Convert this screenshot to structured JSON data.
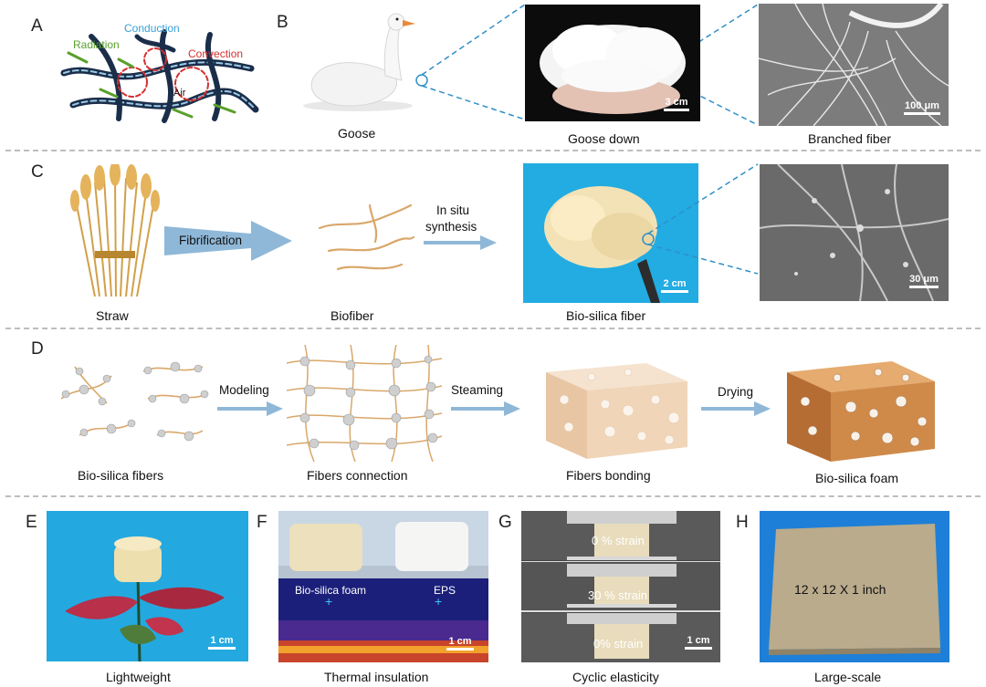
{
  "panels": {
    "a": {
      "letter": "A",
      "labels": {
        "conduction": "Conduction",
        "radiation": "Radiation",
        "convection": "Convection",
        "air": "Air"
      }
    },
    "b": {
      "letter": "B",
      "captions": {
        "goose": "Goose",
        "goose_down": "Goose down",
        "branched_fiber": "Branched fiber"
      },
      "scale_down": "3 cm",
      "scale_sem": "100 μm"
    },
    "c": {
      "letter": "C",
      "captions": {
        "straw": "Straw",
        "biofiber": "Biofiber",
        "bio_silica_fiber": "Bio-silica fiber"
      },
      "arrow_fibrification": "Fibrification",
      "arrow_insitu_1": "In situ",
      "arrow_insitu_2": "synthesis",
      "scale_photo": "2 cm",
      "scale_sem": "30 μm"
    },
    "d": {
      "letter": "D",
      "captions": {
        "fibers": "Bio-silica fibers",
        "connection": "Fibers connection",
        "bonding": "Fibers bonding",
        "foam": "Bio-silica foam"
      },
      "arrow_modeling": "Modeling",
      "arrow_steaming": "Steaming",
      "arrow_drying": "Drying"
    },
    "e": {
      "letter": "E",
      "caption": "Lightweight",
      "scale": "1 cm"
    },
    "f": {
      "letter": "F",
      "caption": "Thermal insulation",
      "label_foam": "Bio-silica foam",
      "label_eps": "EPS",
      "scale": "1 cm"
    },
    "g": {
      "letter": "G",
      "caption": "Cyclic elasticity",
      "strain_1": "0 % strain",
      "strain_2": "30 % strain",
      "strain_3": "0% strain",
      "scale": "1 cm"
    },
    "h": {
      "letter": "H",
      "caption": "Large-scale",
      "size_label": "12 x 12 X 1 inch"
    }
  },
  "colors": {
    "arrow_blue": "#8fb8d8",
    "dash_blue": "#2f8fc8",
    "fiber": "#d9a76a",
    "sphere": "#cfcfcf",
    "conduction_text": "#3aa0d8",
    "radiation_text": "#5aa02c",
    "convection_text": "#d23030"
  }
}
